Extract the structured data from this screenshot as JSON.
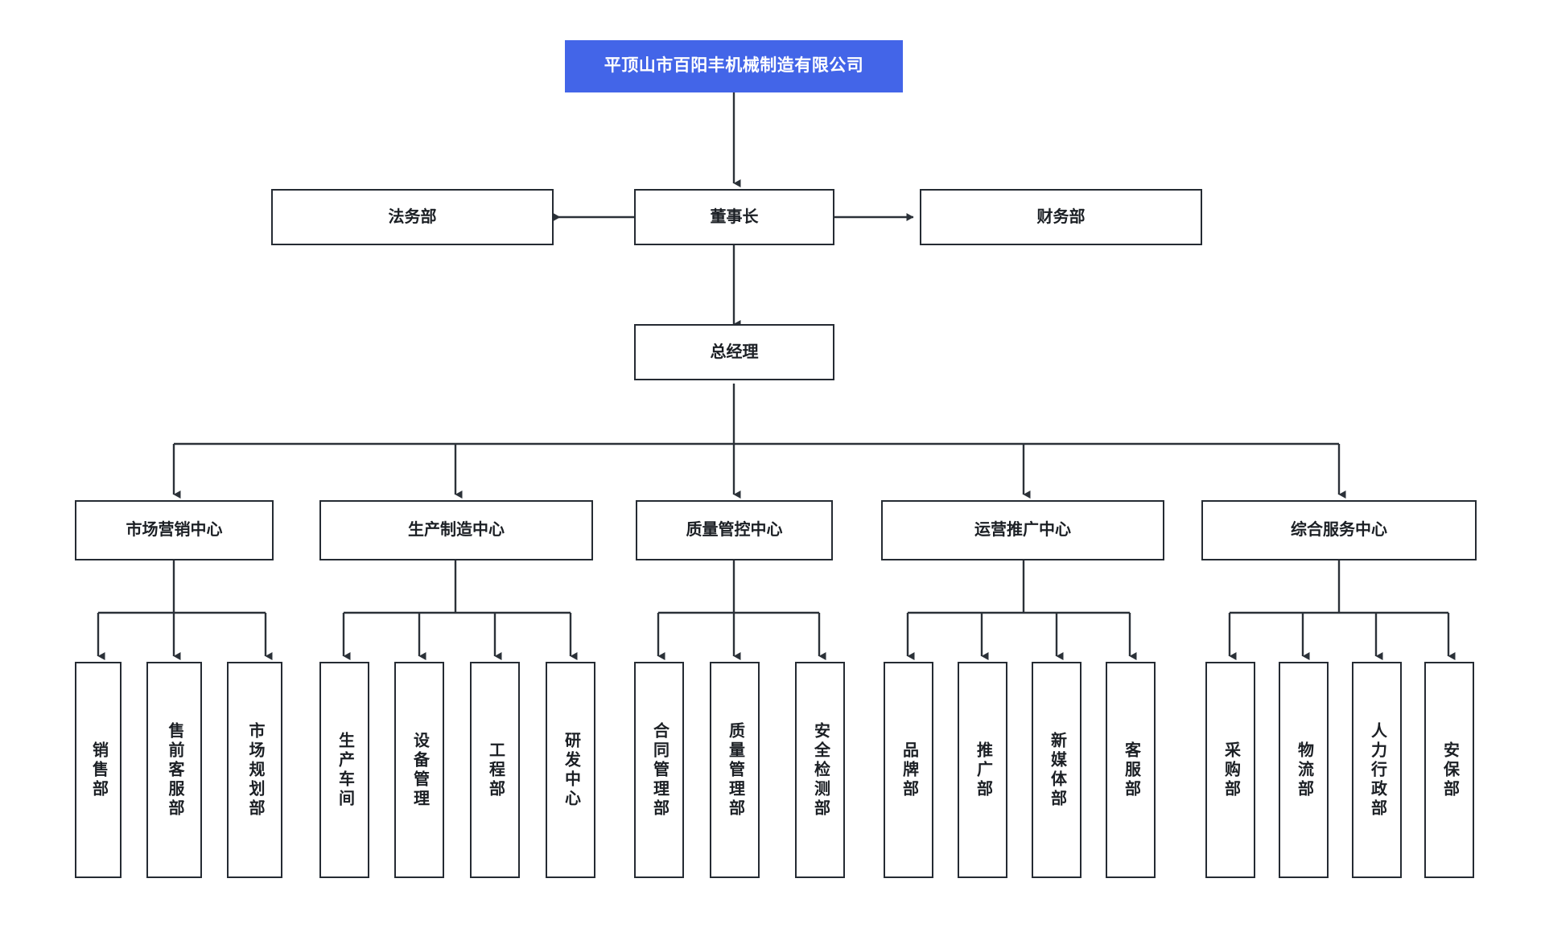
{
  "diagram": {
    "title": "平顶山市百阳丰机械制造有限公司",
    "type": "organizational-chart",
    "colors": {
      "root_fill": "#4365e8",
      "root_text": "#ffffff",
      "node_border": "#252b33",
      "node_fill": "#ffffff",
      "node_text": "#1b1f24",
      "connector": "#2b3138",
      "background": "#ffffff"
    }
  },
  "nodes": {
    "root": {
      "label": "平顶山市百阳丰机械制造有限公司"
    },
    "chairman": {
      "label": "董事长"
    },
    "legal": {
      "label": "法务部"
    },
    "finance": {
      "label": "财务部"
    },
    "general_manager": {
      "label": "总经理"
    }
  },
  "centers": [
    {
      "id": "marketing",
      "label": "市场营销中心",
      "children": [
        {
          "label": "销售部"
        },
        {
          "label": "售前客服部"
        },
        {
          "label": "市场规划部"
        }
      ]
    },
    {
      "id": "manufacturing",
      "label": "生产制造中心",
      "children": [
        {
          "label": "生产车间"
        },
        {
          "label": "设备管理"
        },
        {
          "label": "工程部"
        },
        {
          "label": "研发中心"
        }
      ]
    },
    {
      "id": "quality",
      "label": "质量管控中心",
      "children": [
        {
          "label": "合同管理部"
        },
        {
          "label": "质量管理部"
        },
        {
          "label": "安全检测部"
        }
      ]
    },
    {
      "id": "operations",
      "label": "运营推广中心",
      "children": [
        {
          "label": "品牌部"
        },
        {
          "label": "推广部"
        },
        {
          "label": "新媒体部"
        },
        {
          "label": "客服部"
        }
      ]
    },
    {
      "id": "services",
      "label": "综合服务中心",
      "children": [
        {
          "label": "采购部"
        },
        {
          "label": "物流部"
        },
        {
          "label": "人力行政部"
        },
        {
          "label": "安保部"
        }
      ]
    }
  ]
}
